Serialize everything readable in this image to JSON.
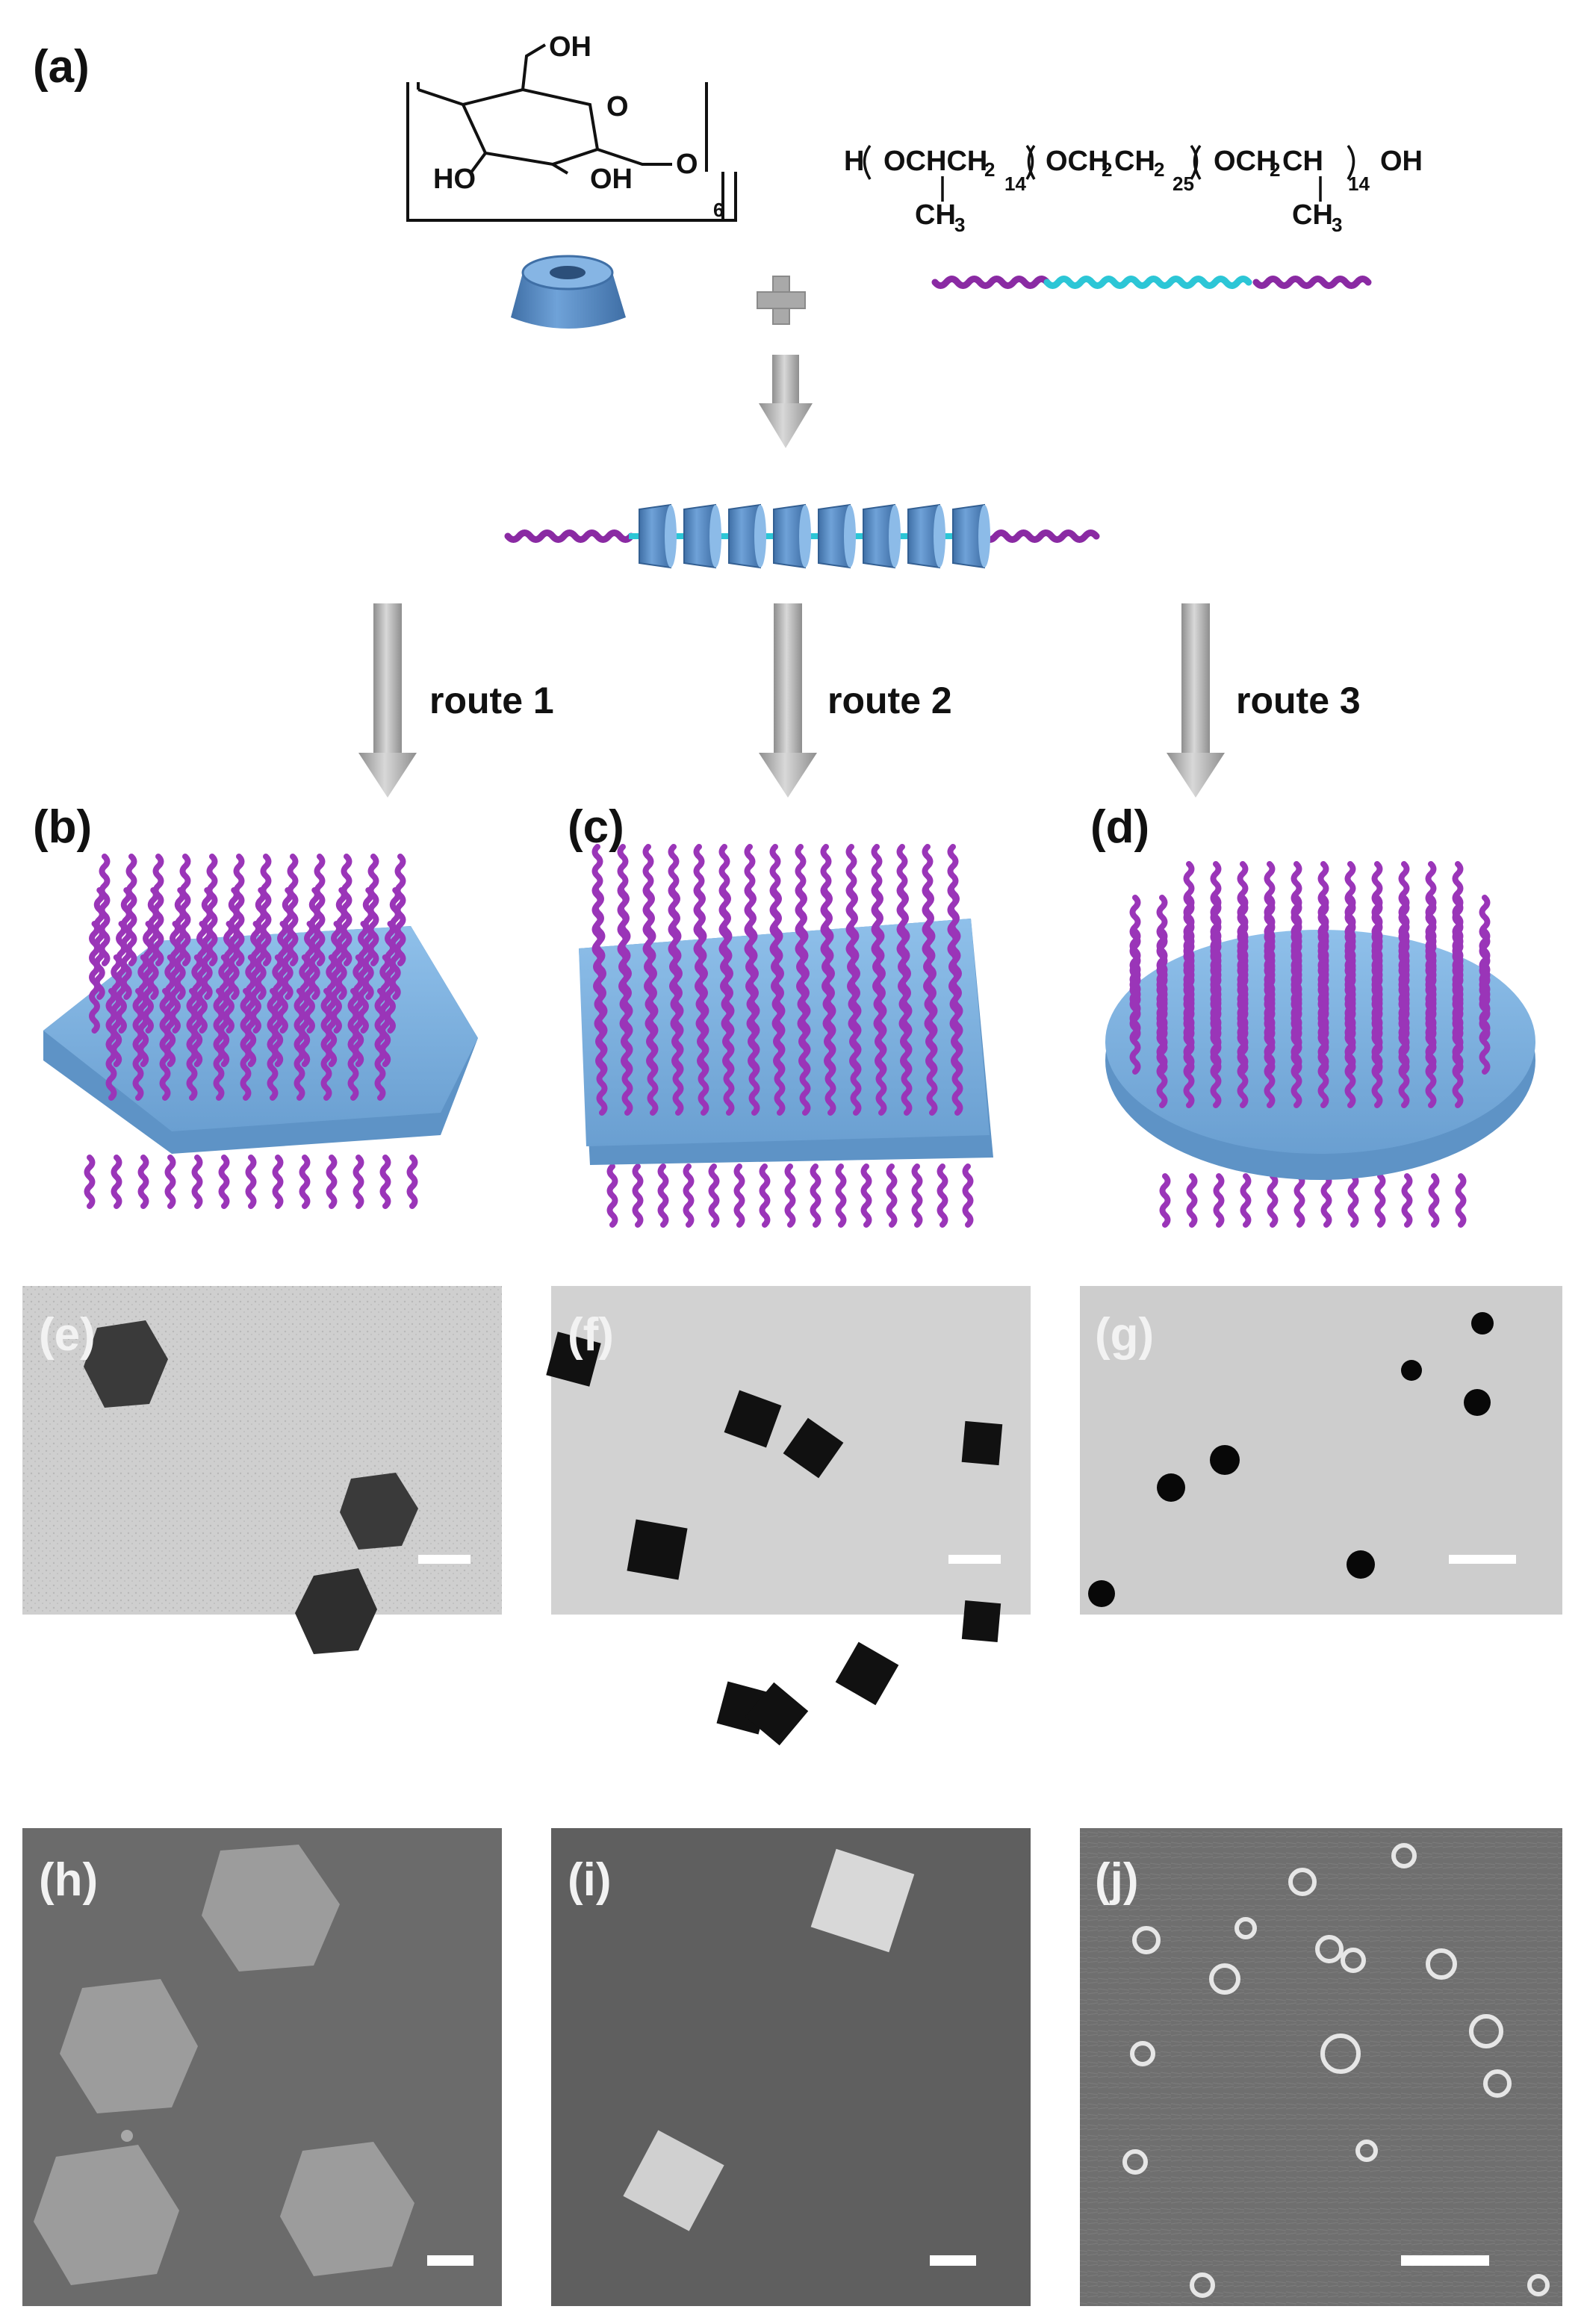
{
  "panel_labels": {
    "a": "(a)",
    "b": "(b)",
    "c": "(c)",
    "d": "(d)",
    "e": "(e)",
    "f": "(f)",
    "g": "(g)",
    "h": "(h)",
    "i": "(i)",
    "j": "(j)"
  },
  "routes": [
    "route 1",
    "route 2",
    "route 3"
  ],
  "chem": {
    "cd": {
      "oh_top": "OH",
      "ho_left": "HO",
      "oh_mid": "OH",
      "o_ring": "O",
      "o_link": "O",
      "subscript": "6"
    },
    "polymer": {
      "h": "H",
      "seg1": "OCHCH",
      "seg1_sub": "2",
      "seg1_n": "14",
      "seg2": "OCH",
      "seg2_sub_a": "2",
      "seg2_mid": "CH",
      "seg2_sub_b": "2",
      "seg2_n": "25",
      "seg3": "OCH",
      "seg3_sub": "2",
      "seg3_tail": "CH",
      "seg3_n": "14",
      "oh": "OH",
      "ch3_left": "CH",
      "ch3_left_sub": "3",
      "ch3_right": "CH",
      "ch3_right_sub": "3"
    }
  },
  "colors": {
    "cd_blue": "#5b8fc9",
    "peg_cyan": "#2cc6d6",
    "ppg_purple": "#8a2aa3",
    "platelet_blue": "#7fb2e0",
    "arrow_gray": "#a8a8a8",
    "tem_bg": "#c9c9c9",
    "sem_bg": "#6e6e6e"
  }
}
